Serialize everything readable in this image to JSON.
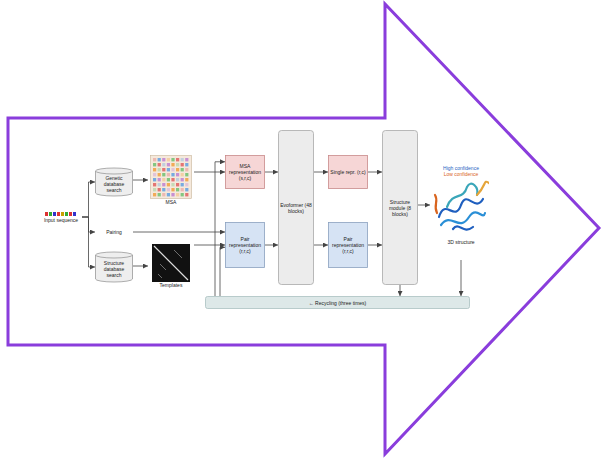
{
  "diagram": {
    "nodes": [
      {
        "text": [
          "Input sequence"
        ]
      },
      {
        "text": [
          "Genetic database search"
        ]
      },
      {
        "text": [
          "Pairing"
        ]
      },
      {
        "text": [
          "Structure database search"
        ]
      },
      {
        "text": [
          "MSA"
        ]
      },
      {
        "text": [
          "Templates"
        ]
      },
      {
        "text": [
          "MSA representation (s,r,c)"
        ]
      },
      {
        "text": [
          "Pair representation (r,r,c)"
        ]
      },
      {
        "text": [
          "Evoformer (48 blocks)"
        ]
      },
      {
        "text": [
          "Single repr. (r,c)"
        ]
      },
      {
        "text": [
          "Pair representation (r,r,c)"
        ]
      },
      {
        "text": [
          "Structure module (8 blocks)"
        ]
      },
      {
        "text": [
          "High confidence",
          "Low confidence",
          "3D structure"
        ]
      },
      {
        "text": [
          "← Recycling (three times)"
        ]
      }
    ],
    "edges": [
      {
        "from": 0,
        "to": 1,
        "arrow": "to"
      },
      {
        "from": 0,
        "to": 2,
        "arrow": "to"
      },
      {
        "from": 0,
        "to": 3,
        "arrow": "to"
      },
      {
        "from": 1,
        "to": 4,
        "arrow": "to"
      },
      {
        "from": 3,
        "to": 5,
        "arrow": "to"
      },
      {
        "from": 2,
        "to": 7,
        "arrow": "to"
      },
      {
        "from": 4,
        "to": 6,
        "arrow": "to"
      },
      {
        "from": 5,
        "to": 7,
        "arrow": "to"
      },
      {
        "from": 6,
        "to": 8,
        "arrow": "to"
      },
      {
        "from": 7,
        "to": 8,
        "arrow": "to"
      },
      {
        "from": 8,
        "to": 9,
        "arrow": "to"
      },
      {
        "from": 8,
        "to": 10,
        "arrow": "to"
      },
      {
        "from": 9,
        "to": 11,
        "arrow": "to"
      },
      {
        "from": 10,
        "to": 11,
        "arrow": "to"
      },
      {
        "from": 11,
        "to": 12,
        "arrow": "to"
      },
      {
        "from": 11,
        "to": 13,
        "arrow": "to"
      },
      {
        "from": 12,
        "to": 13,
        "arrow": "to"
      },
      {
        "from": 13,
        "to": 6,
        "arrow": "to"
      },
      {
        "from": 13,
        "to": 7,
        "arrow": "to"
      }
    ]
  }
}
